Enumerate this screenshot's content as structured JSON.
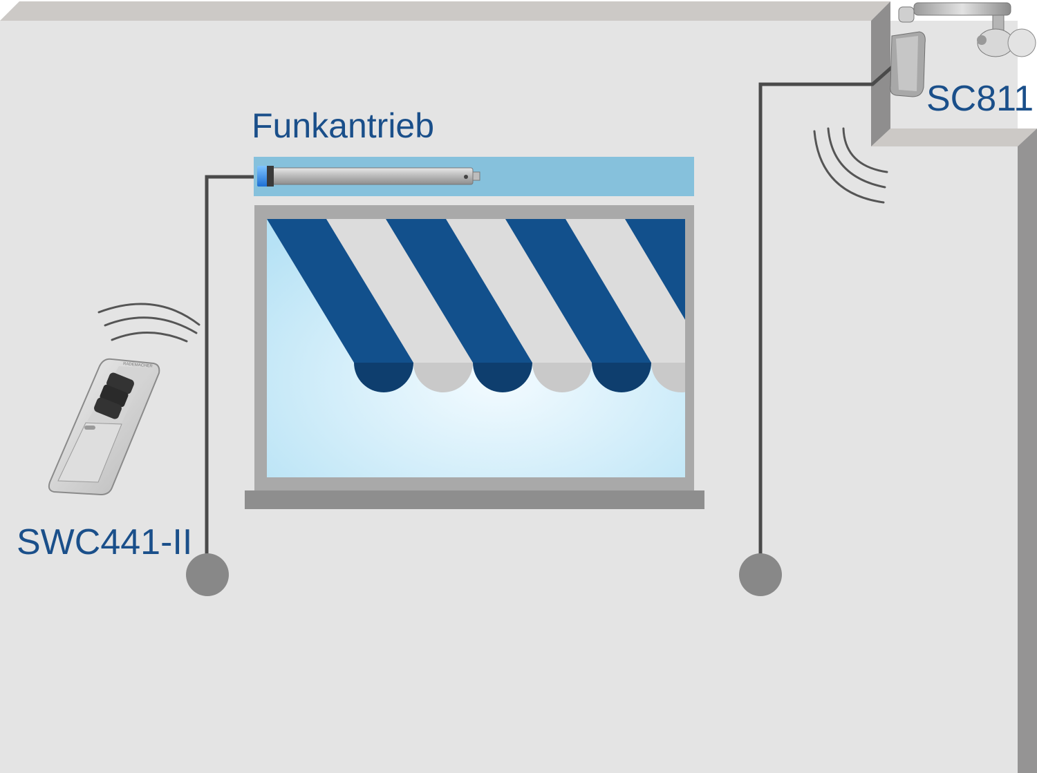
{
  "labels": {
    "motor": "Funkantrieb",
    "remote": "SWC441-II",
    "sensor": "SC811"
  },
  "remote_brand": "RADEMACHER",
  "colors": {
    "wall": "#e4e4e4",
    "wall_top": "#ccc9c6",
    "wall_side": "#959494",
    "label_blue": "#1a4f8a",
    "awning_blue": "#12508c",
    "awning_light": "#dcdcdc",
    "cassette": "#86c1dc",
    "cable": "#4a4a4a",
    "socket": "#888888",
    "window_frame": "#a9a9a9"
  },
  "icons": [
    "remote-control-icon",
    "sun-wind-sensor-icon",
    "tubular-motor-icon",
    "radio-waves-icon"
  ]
}
